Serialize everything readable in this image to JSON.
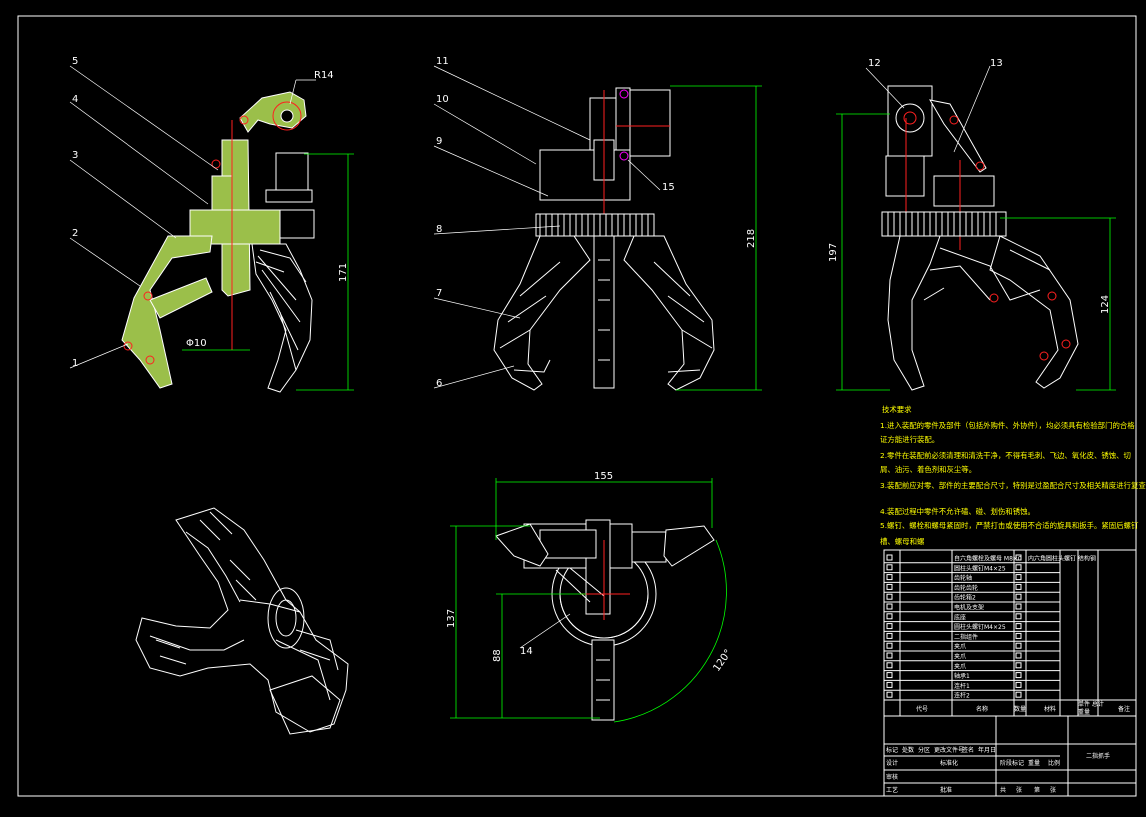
{
  "drawing": {
    "part_labels_front": [
      "5",
      "4",
      "3",
      "2",
      "1"
    ],
    "part_labels_middle": [
      "11",
      "10",
      "9",
      "8",
      "7",
      "6"
    ],
    "part_labels_right": [
      "12",
      "13"
    ],
    "label_15": "15",
    "label_14": "14",
    "radius_label": "R14",
    "dia_label": "Φ10",
    "dim_171": "171",
    "dim_218": "218",
    "dim_197": "197",
    "dim_124": "124",
    "dim_155": "155",
    "dim_137": "137",
    "dim_88": "88",
    "angle_120": "120°"
  },
  "notes": {
    "title": "技术要求",
    "lines": [
      "1.进入装配的零件及部件（包括外购件、外协件），均必须具有检验部门的合格",
      "证方能进行装配。",
      "2.零件在装配前必须清理和清洗干净，不得有毛刺、飞边、氧化皮、锈蚀、切",
      "屑、油污、着色剂和灰尘等。",
      "3.装配前应对零、部件的主要配合尺寸，特别是过盈配合尺寸及相关精度进行复查。",
      "4.装配过程中零件不允许磕、碰、划伤和锈蚀。",
      "5.螺钉、螺栓和螺母紧固时，严禁打击或使用不合适的旋具和扳手。紧固后螺钉",
      "槽、螺母和螺"
    ]
  },
  "title_block": {
    "col_code": "代号",
    "col_name": "名称",
    "col_qty": "数量",
    "col_material": "材料",
    "col_weight": "单件 总计",
    "col_weight2": "重量",
    "col_remark": "备注",
    "drawing_title": "二指抓手",
    "bom_rows": [
      "自六角螺栓及螺母 M8×0",
      "圆柱头螺钉M4×25",
      "齿轮轴",
      "齿轮齿轮",
      "齿轮箱2",
      "电机及支架",
      "底座",
      "圆柱头螺钉M4×25",
      "二指组件",
      "夹爪",
      "夹爪",
      "夹爪",
      "轴承1",
      "连杆1",
      "连杆2"
    ],
    "bom_materials": [
      "内六角圆柱头螺钉 结构钢"
    ],
    "row_marks": [
      "标记",
      "处数",
      "分区",
      "更改文件号",
      "签名",
      "年月日"
    ],
    "row_design": [
      "设计",
      "",
      "标准化",
      "阶段标记",
      "重量",
      "比例"
    ],
    "row_check": [
      "审核"
    ],
    "row_process": [
      "工艺",
      "",
      "批准",
      "共",
      "张",
      "第",
      "张"
    ]
  }
}
